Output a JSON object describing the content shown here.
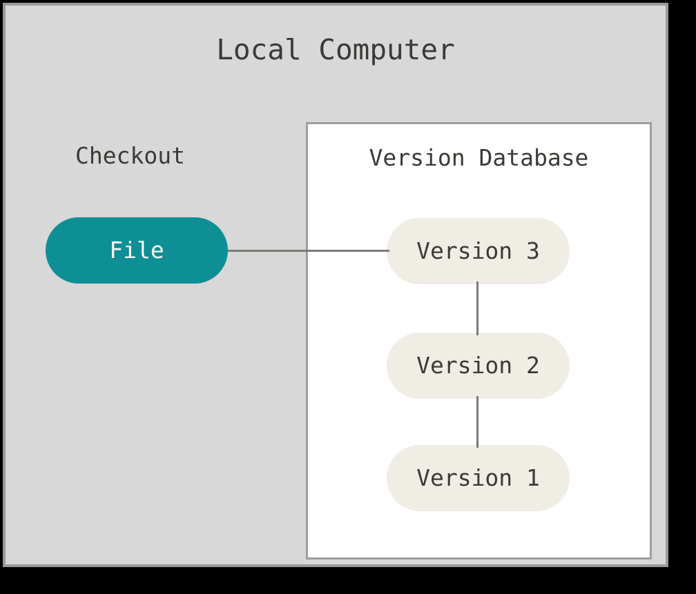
{
  "diagram": {
    "title": "Local Computer",
    "background_color": "#d8d8d8",
    "border_color": "#9a9a9a",
    "canvas_color": "#000000"
  },
  "checkout": {
    "label": "Checkout",
    "file_node": {
      "label": "File",
      "fill_color": "#0d8f95",
      "text_color": "#ffffff"
    }
  },
  "version_database": {
    "title": "Version Database",
    "fill_color": "#ffffff",
    "border_color": "#9e9e9e",
    "nodes": [
      {
        "label": "Version 3",
        "fill_color": "#efede4",
        "text_color": "#3c3a36"
      },
      {
        "label": "Version 2",
        "fill_color": "#efede4",
        "text_color": "#3c3a36"
      },
      {
        "label": "Version 1",
        "fill_color": "#efede4",
        "text_color": "#3c3a36"
      }
    ]
  },
  "edges": {
    "color": "#7d7a75",
    "connections": [
      {
        "from": "File",
        "to": "Version 3",
        "orientation": "horizontal"
      },
      {
        "from": "Version 3",
        "to": "Version 2",
        "orientation": "vertical"
      },
      {
        "from": "Version 2",
        "to": "Version 1",
        "orientation": "vertical"
      }
    ]
  }
}
